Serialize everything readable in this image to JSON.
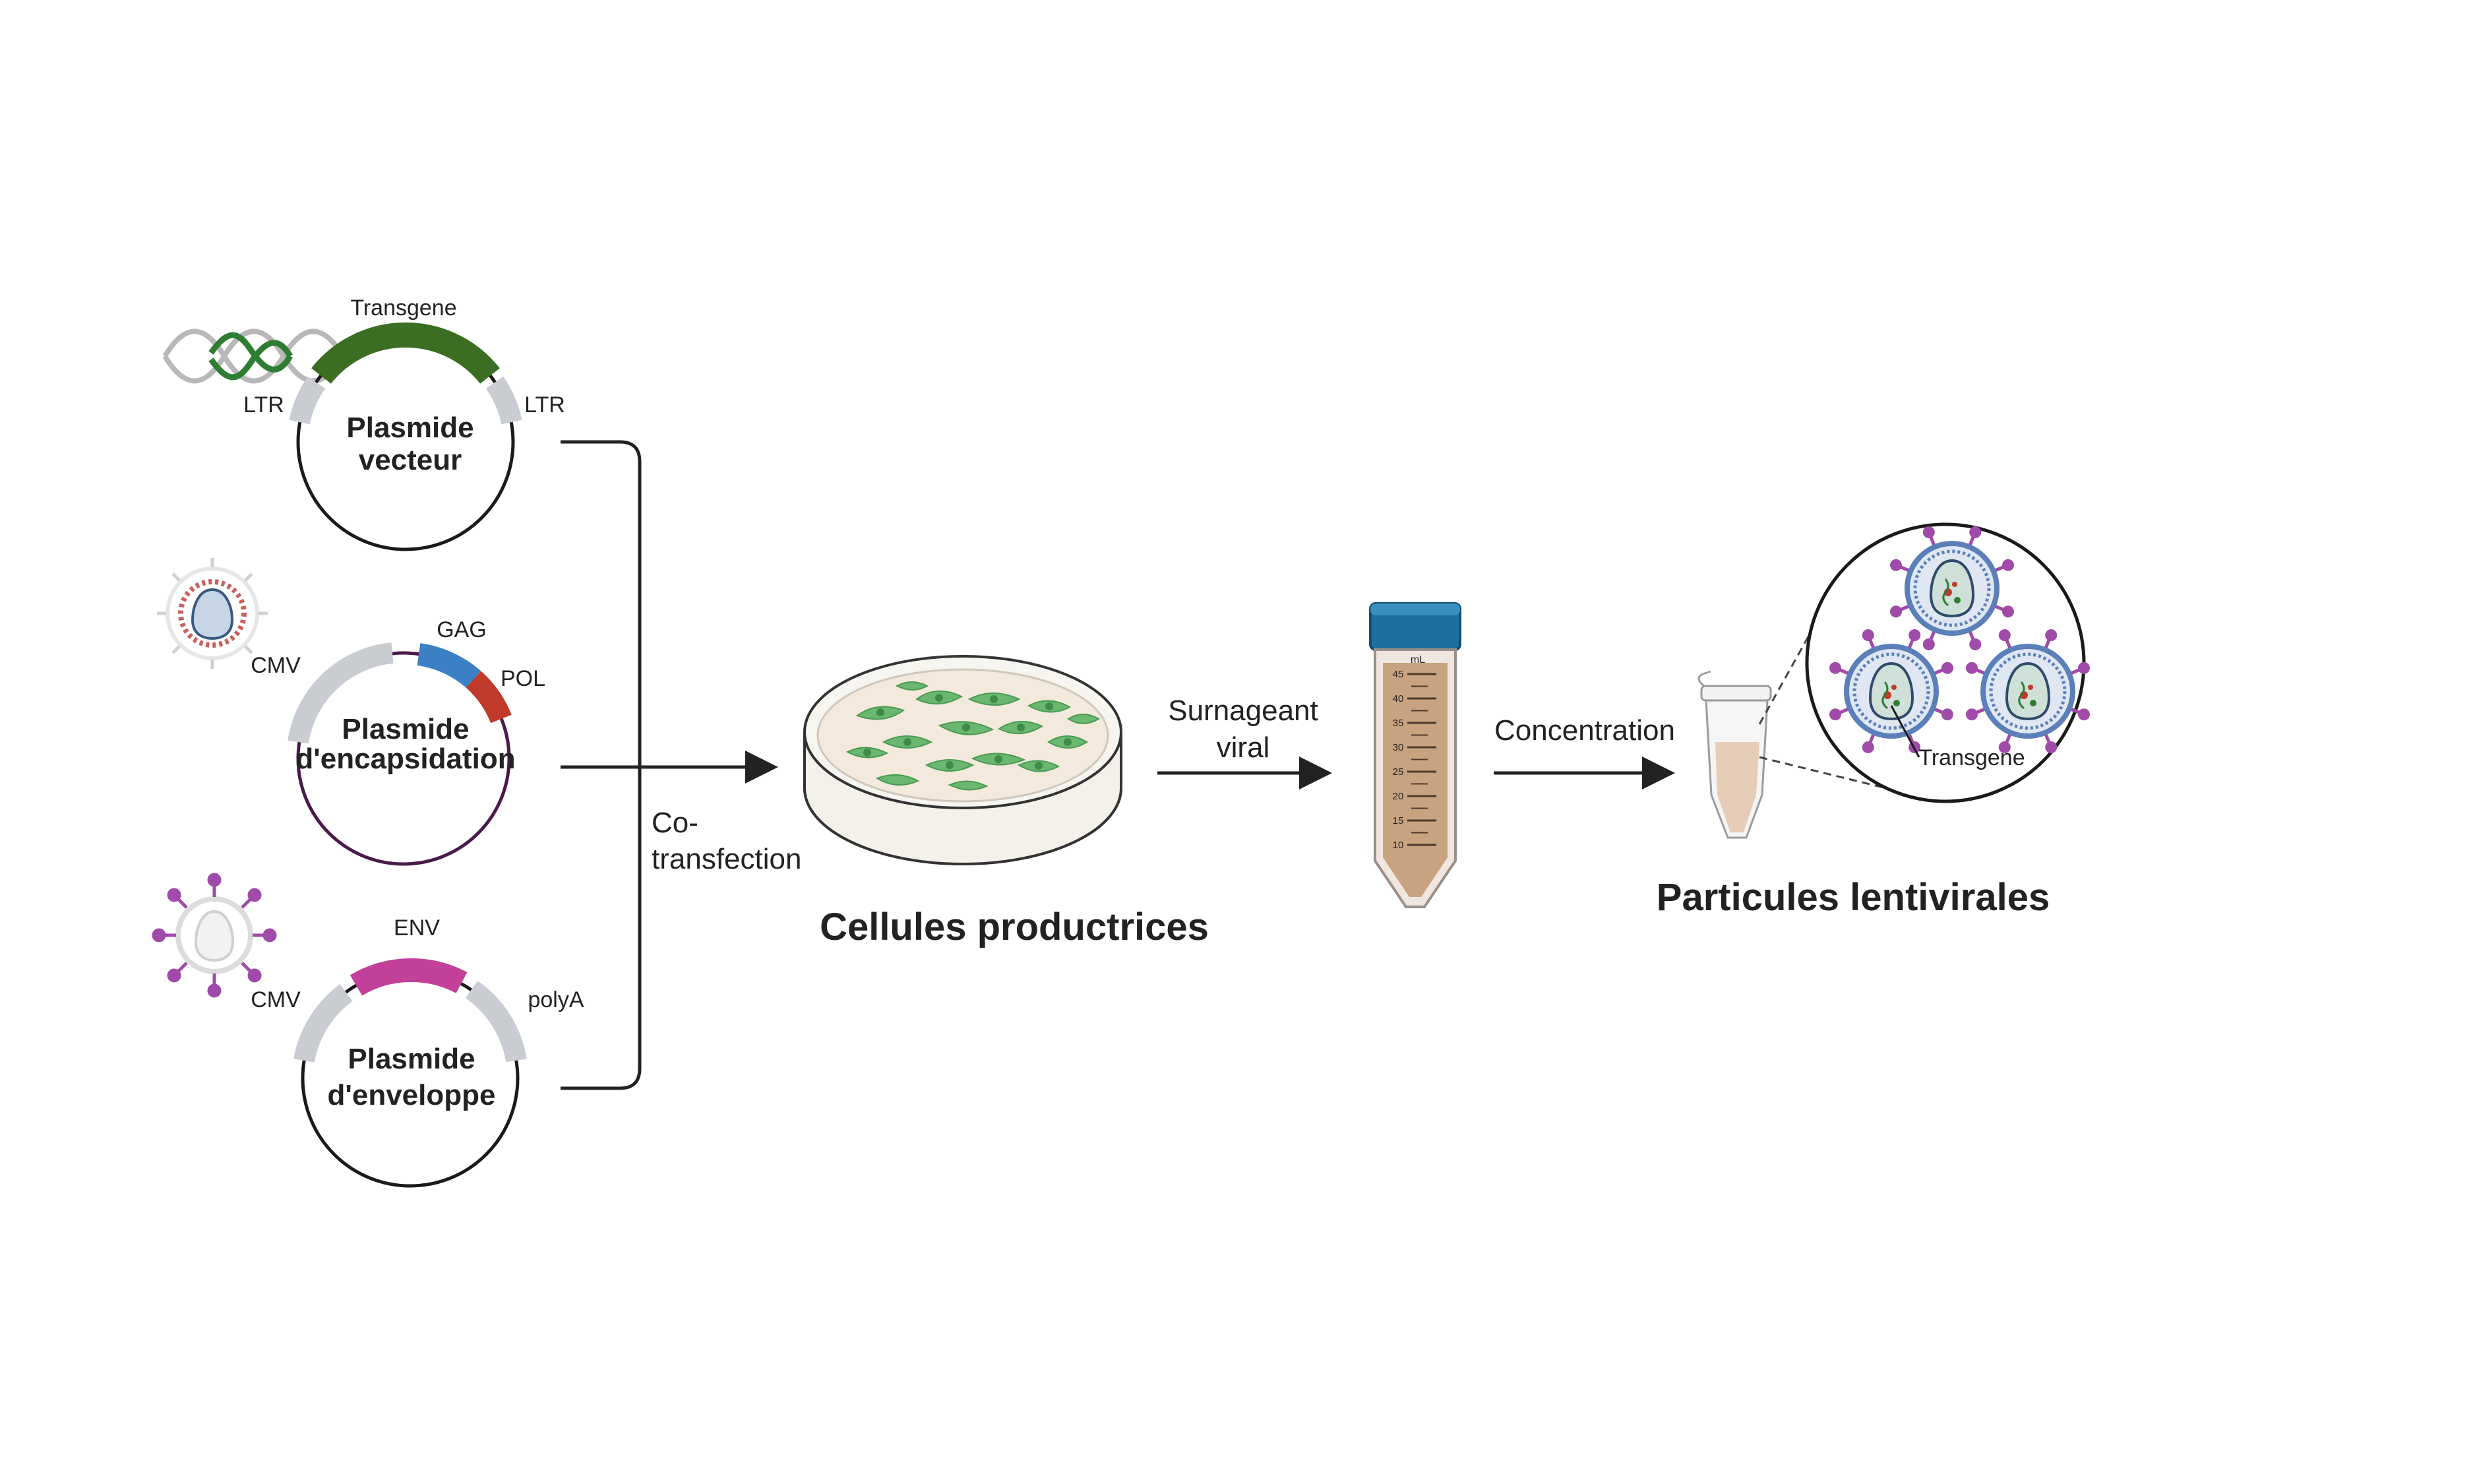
{
  "plasmids": {
    "vector": {
      "name_line1": "Plasmide",
      "name_line2": "vecteur",
      "insert_label": "Transgene",
      "left_label": "LTR",
      "right_label": "LTR",
      "insert_color": "#3b6e22"
    },
    "packaging": {
      "name_line1": "Plasmide",
      "name_line2": "d'encapsidation",
      "promoter_label": "CMV",
      "gag_label": "GAG",
      "pol_label": "POL",
      "gag_color": "#3b7fc4",
      "pol_color": "#c0392b",
      "ring_color": "#4a1a4a"
    },
    "envelope": {
      "name_line1": "Plasmide",
      "name_line2": "d'enveloppe",
      "promoter_label": "CMV",
      "env_label": "ENV",
      "polya_label": "polyA",
      "env_color": "#c2409a"
    }
  },
  "steps": {
    "cotransfection_line1": "Co-",
    "cotransfection_line2": "transfection",
    "supernatant_line1": "Surnageant",
    "supernatant_line2": "viral",
    "concentration": "Concentration"
  },
  "titles": {
    "producer_cells": "Cellules productrices",
    "lentiviral_particles": "Particules lentivirales"
  },
  "tube": {
    "unit": "mL",
    "ticks": [
      "45",
      "40",
      "35",
      "30",
      "25",
      "20",
      "15",
      "10"
    ],
    "cap_color": "#1e6fa0",
    "liquid_color": "#c49a74"
  },
  "zoom": {
    "transgene_label": "Transgene"
  },
  "colors": {
    "arrow": "#222222",
    "cell_green": "#6ab86f",
    "dish_medium": "#f3e9dc",
    "virus_purple": "#a04aaa",
    "virus_blue": "#5b7fb8"
  }
}
